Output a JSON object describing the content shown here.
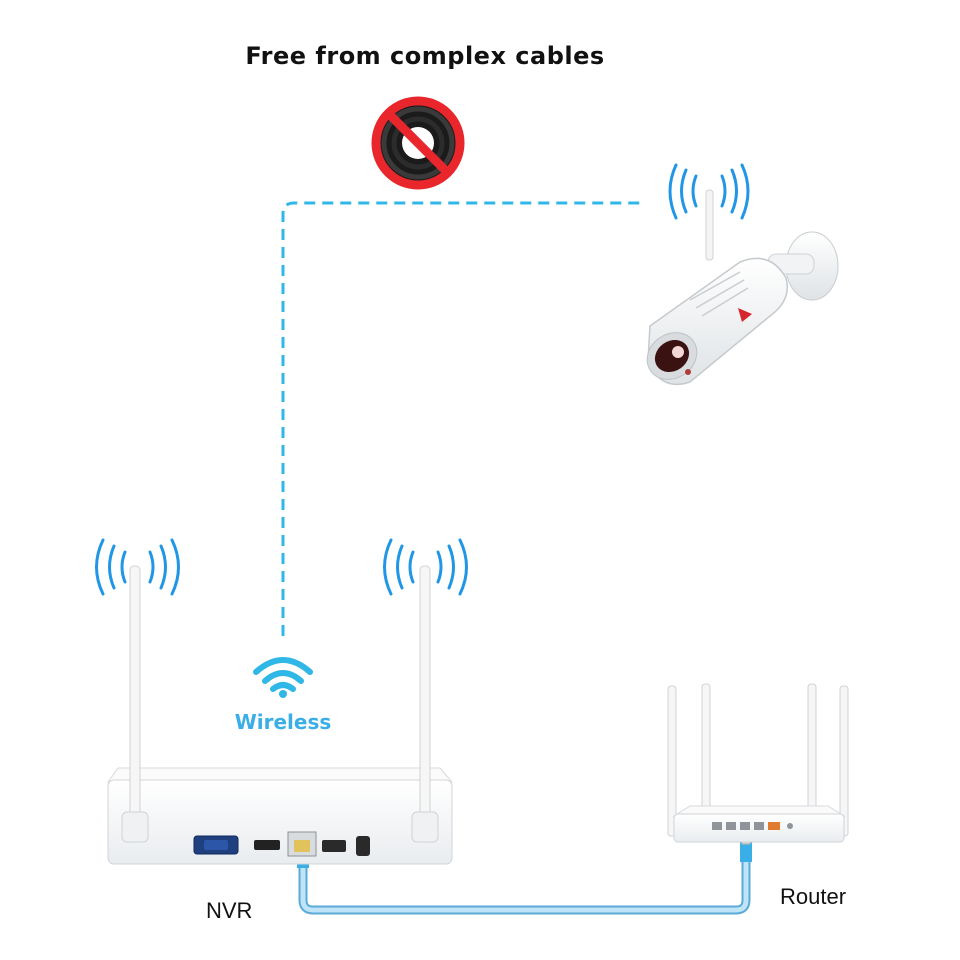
{
  "title": "Free from complex cables",
  "icons": {
    "no_cables": "no-cables-icon",
    "wifi": "wifi-icon",
    "signal": "wireless-signal-icon"
  },
  "labels": {
    "wireless": "Wireless",
    "nvr": "NVR",
    "router": "Router"
  },
  "colors": {
    "wireless_blue": "#2fb7e8",
    "signal_blue": "#2196e6",
    "cable_blue": "#8fcdf0",
    "prohibit_red": "#e8262c"
  }
}
